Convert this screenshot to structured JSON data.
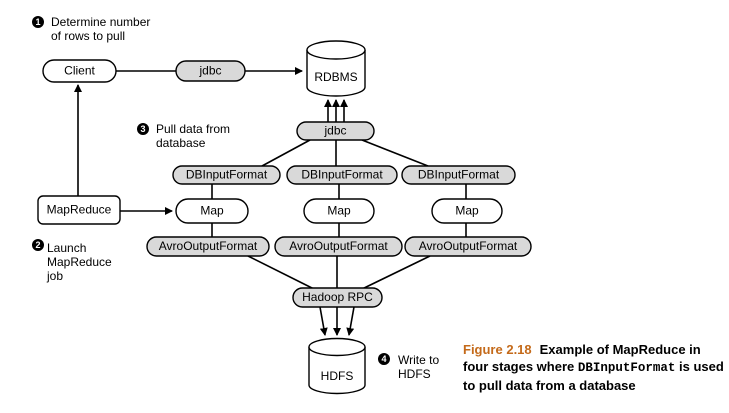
{
  "steps": {
    "step1": {
      "number": "1",
      "lines": [
        "Determine number",
        "of rows to pull"
      ]
    },
    "step2": {
      "number": "2",
      "lines": [
        "Launch",
        "MapReduce",
        "job"
      ]
    },
    "step3": {
      "number": "3",
      "lines": [
        "Pull data from",
        "database"
      ]
    },
    "step4": {
      "number": "4",
      "lines": [
        "Write to",
        "HDFS"
      ]
    }
  },
  "nodes": {
    "client": "Client",
    "jdbc_top": "jdbc",
    "rdbms": "RDBMS",
    "jdbc_mid": "jdbc",
    "dbinput": "DBInputFormat",
    "mapreduce": "MapReduce",
    "map": "Map",
    "avrooutput": "AvroOutputFormat",
    "hadoop_rpc": "Hadoop RPC",
    "hdfs": "HDFS"
  },
  "caption": {
    "figure_number": "Figure 2.18",
    "text_before": "Example of MapReduce in four stages where ",
    "code": "DBInputFormat",
    "text_after": " is used to pull data from a database"
  }
}
